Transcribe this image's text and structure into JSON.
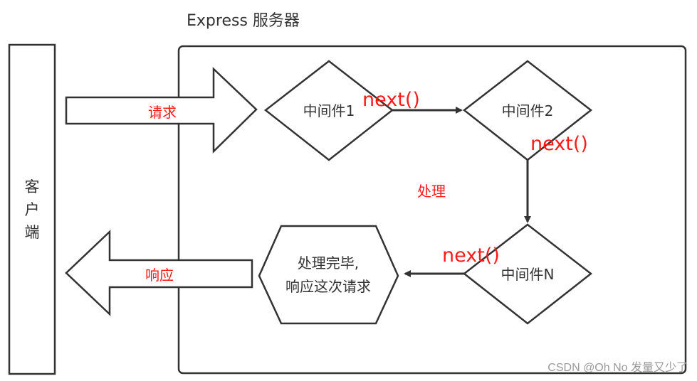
{
  "server_title": "Express 服务器",
  "client_label": "客户端",
  "request_label": "请求",
  "response_label": "响应",
  "middleware_1": "中间件1",
  "middleware_2": "中间件2",
  "middleware_n": "中间件N",
  "next_label_1": "next()",
  "next_label_2": "next()",
  "next_label_3": "next()",
  "process_label": "处理",
  "finish_line_1": "处理完毕,",
  "finish_line_2": "响应这次请求",
  "watermark": "CSDN @Oh No 发量又少了",
  "colors": {
    "stroke": "#333333",
    "annotation": "#ff1a1a",
    "watermark": "#9a9a9a"
  }
}
